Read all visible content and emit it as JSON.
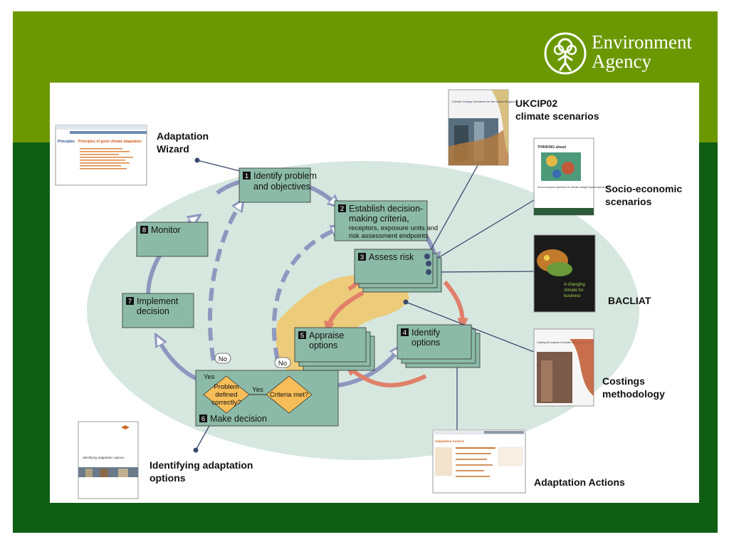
{
  "brand": {
    "name_line1": "Environment",
    "name_line2": "Agency",
    "colors": {
      "band_top": "#6b9800",
      "band_bottom": "#0f5e14",
      "box_fill": "#8cbaa8",
      "ellipse": "#d6e7df",
      "arrow_blue": "#8e97bf",
      "arrow_red": "#e0806a",
      "diamond": "#f7bd58"
    },
    "icon": "tree-person-logo-icon"
  },
  "steps": {
    "s1": {
      "num": "1",
      "line1": "Identify problem",
      "line2": "and objectives"
    },
    "s2": {
      "num": "2",
      "line1": "Establish decision-",
      "line2": "making criteria,",
      "line3": "receptors, exposure units and",
      "line4": "risk assessment endpoints"
    },
    "s3": {
      "num": "3",
      "line1": "Assess risk"
    },
    "s4": {
      "num": "4",
      "line1": "Identify",
      "line2": "options"
    },
    "s5": {
      "num": "5",
      "line1": "Appraise",
      "line2": "options"
    },
    "s6": {
      "num": "6",
      "line1": "Make decision"
    },
    "s7": {
      "num": "7",
      "line1": "Implement",
      "line2": "decision"
    },
    "s8": {
      "num": "8",
      "line1": "Monitor"
    }
  },
  "decisions": {
    "problem_line1": "Problem",
    "problem_line2": "defined",
    "problem_line3": "correctly?",
    "criteria": "Criteria met?",
    "yes_top": "Yes",
    "yes_mid": "Yes",
    "no_left": "No",
    "no_right": "No"
  },
  "resources": {
    "wizard_line1": "Adaptation",
    "wizard_line2": "Wizard",
    "ukcip_line1": "UKCIP02",
    "ukcip_line2": "climate scenarios",
    "socio_line1": "Socio-economic",
    "socio_line2": "scenarios",
    "bacliat": "BACLIAT",
    "costings_line1": "Costings",
    "costings_line2": "methodology",
    "actions": "Adaptation Actions",
    "identifying_line1": "Identifying adaptation",
    "identifying_line2": "options"
  },
  "thumbnails": {
    "wizard_heading": "Principles",
    "wizard_title": "Principles of good climate adaptation",
    "ukcip_title": "Climate Change Scenarios for the United Kingdom",
    "socio_title": "THINKING ahead",
    "socio_sub": "Socio-economic scenarios for climate change impact assessment",
    "bacliat_line1": "A changing",
    "bacliat_line2": "climate for",
    "bacliat_line3": "business",
    "costings_title": "Costing the impacts of climate change in the UK",
    "identifying_title": "Identifying adaptation options",
    "actions_heading": "Adaptation Actions"
  }
}
